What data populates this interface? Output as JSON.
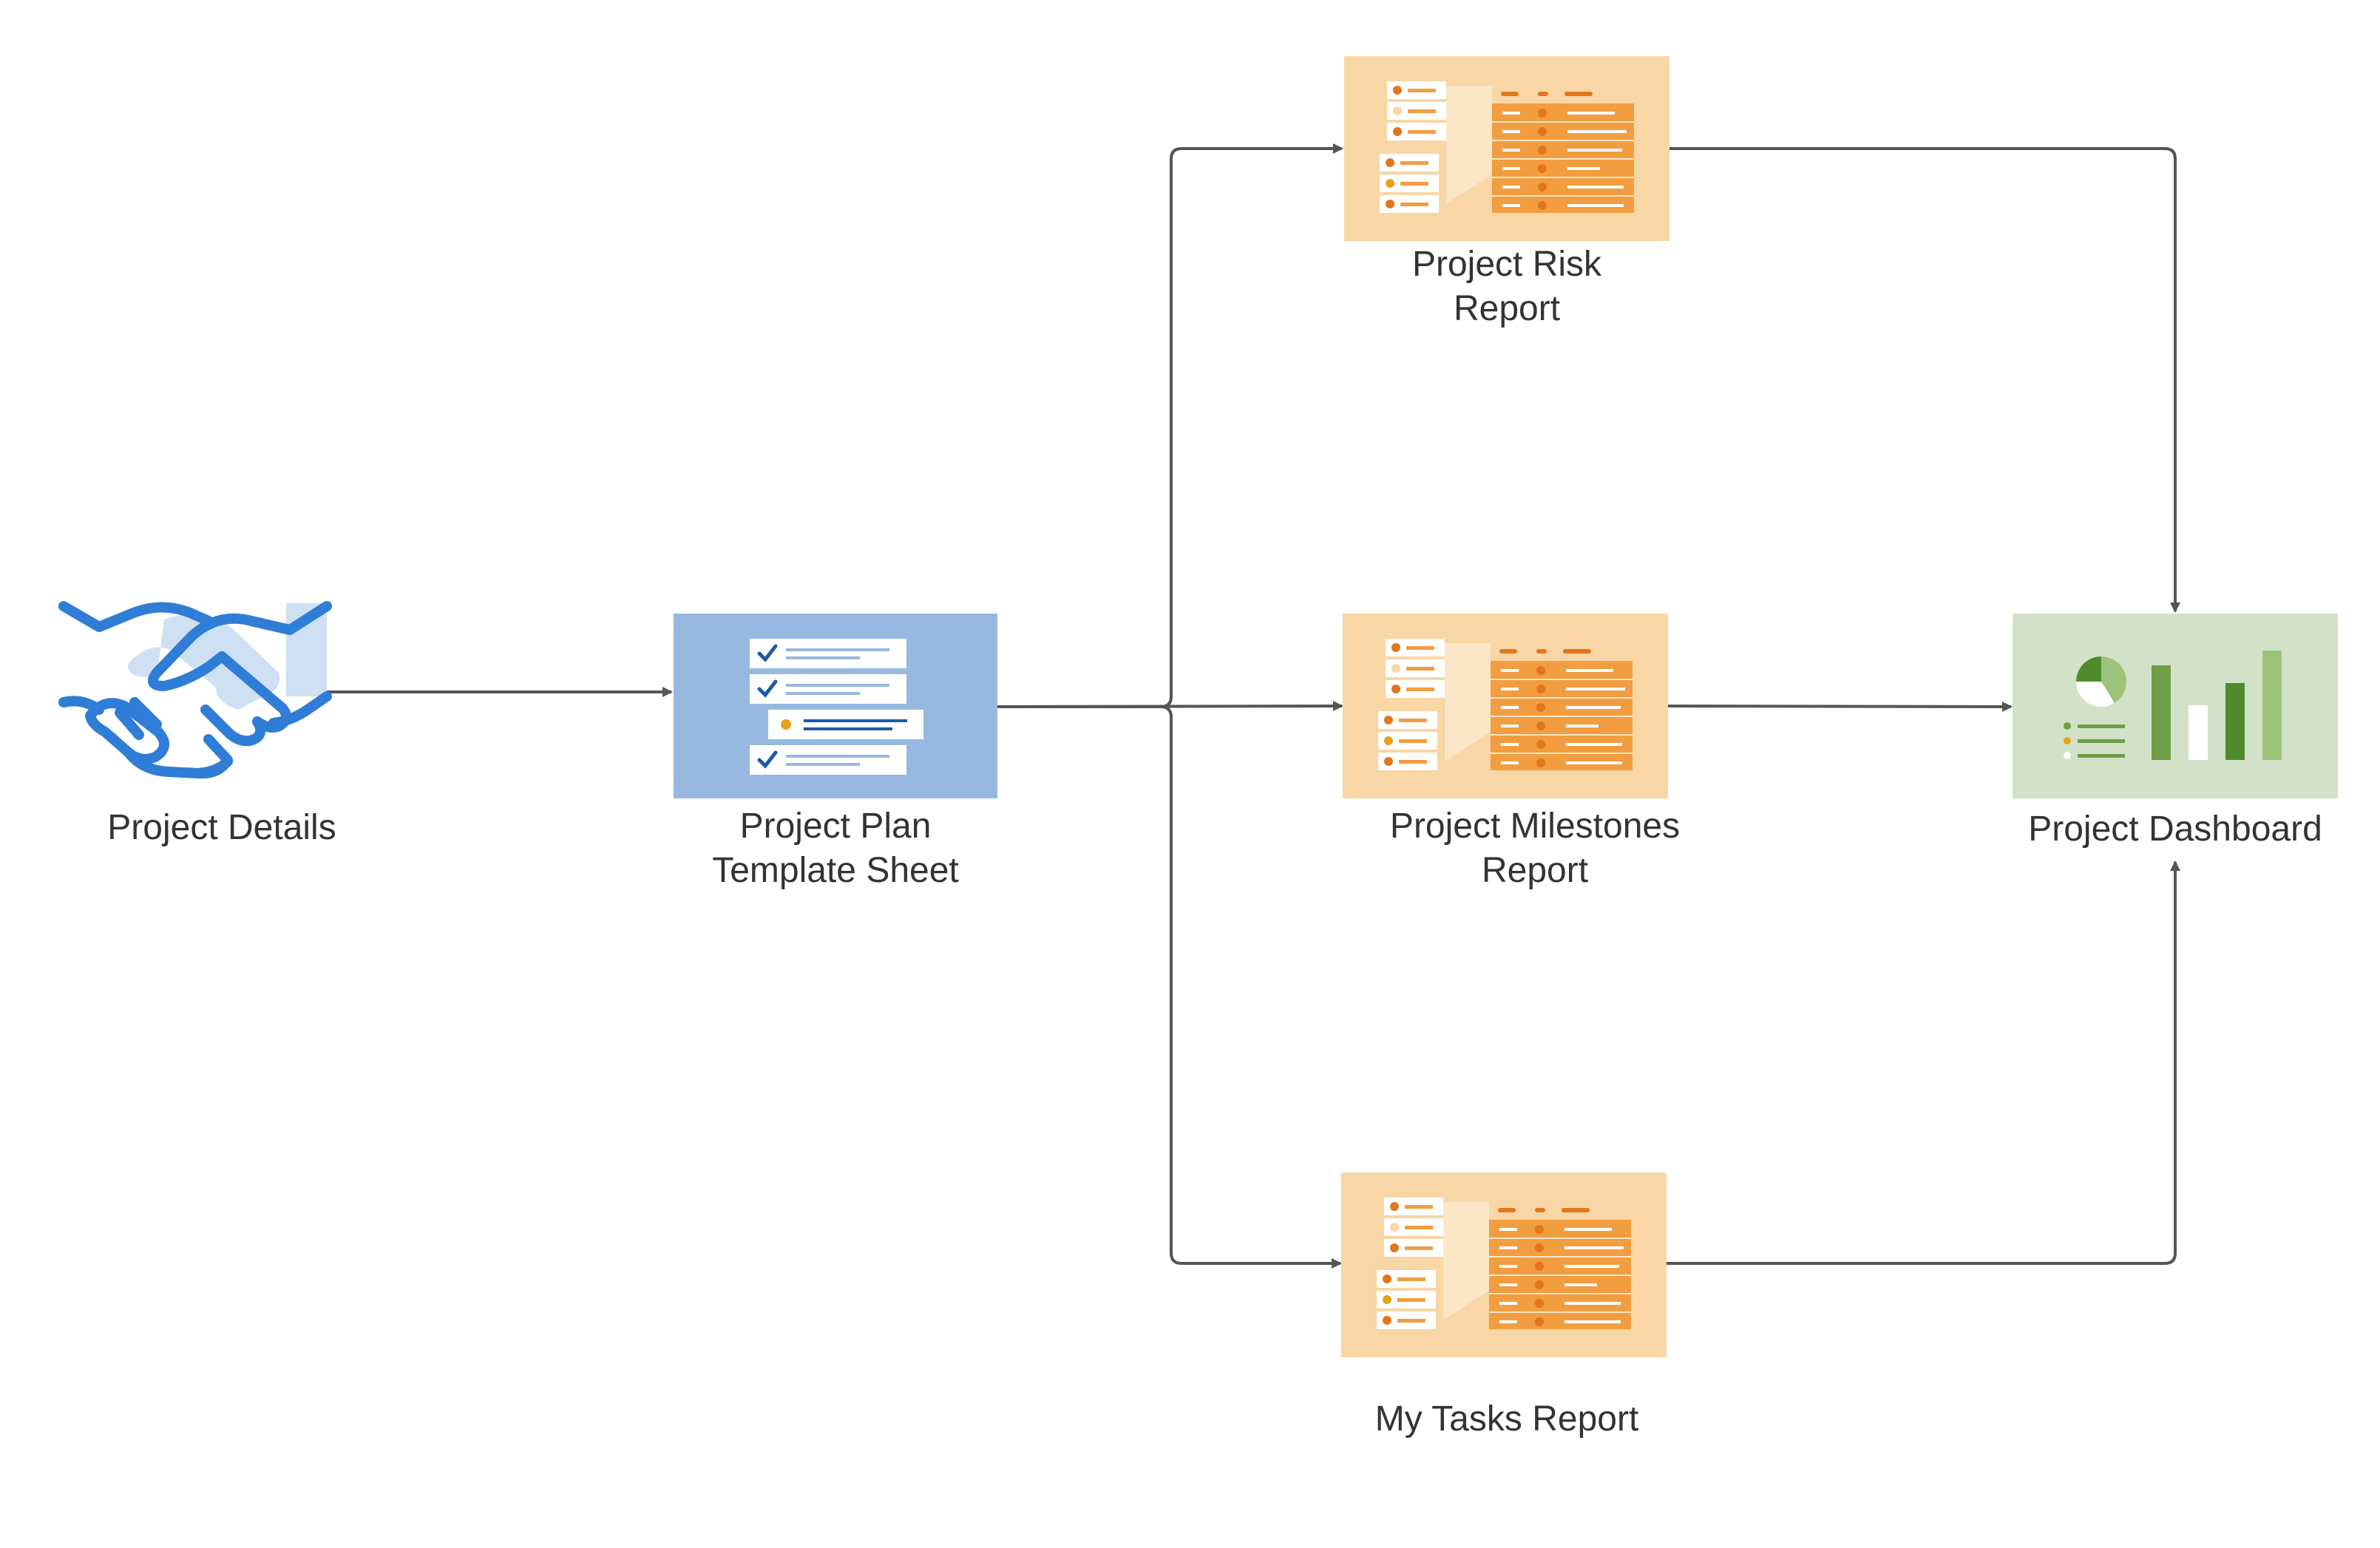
{
  "nodes": {
    "details": {
      "label": "Project Details",
      "icon": "handshake-icon"
    },
    "plan": {
      "line1": "Project Plan",
      "line2": "Template Sheet",
      "icon": "checklist-sheet-icon",
      "color": "#97b8e0"
    },
    "risk": {
      "line1": "Project Risk",
      "line2": "Report",
      "icon": "report-table-icon",
      "color": "#f8d6a6"
    },
    "milestones": {
      "line1": "Project Milestones",
      "line2": "Report",
      "icon": "report-table-icon",
      "color": "#f8d6a6"
    },
    "tasks": {
      "label": "My Tasks Report",
      "icon": "report-table-icon",
      "color": "#f8d6a6"
    },
    "dashboard": {
      "label": "Project Dashboard",
      "icon": "dashboard-chart-icon",
      "color": "#d2e2c9"
    }
  },
  "edges": [
    {
      "from": "details",
      "to": "plan"
    },
    {
      "from": "plan",
      "to": "risk"
    },
    {
      "from": "plan",
      "to": "milestones"
    },
    {
      "from": "plan",
      "to": "tasks"
    },
    {
      "from": "risk",
      "to": "dashboard"
    },
    {
      "from": "milestones",
      "to": "dashboard"
    },
    {
      "from": "tasks",
      "to": "dashboard"
    }
  ],
  "colors": {
    "edge": "#555555",
    "handshake": "#2f7dd6",
    "handshake_fill": "#cfe0f5",
    "report_orange": "#f29d3f",
    "report_dark": "#e2761b",
    "dashboard_green_dark": "#4f8b2a",
    "dashboard_green_light": "#9bc47a"
  }
}
